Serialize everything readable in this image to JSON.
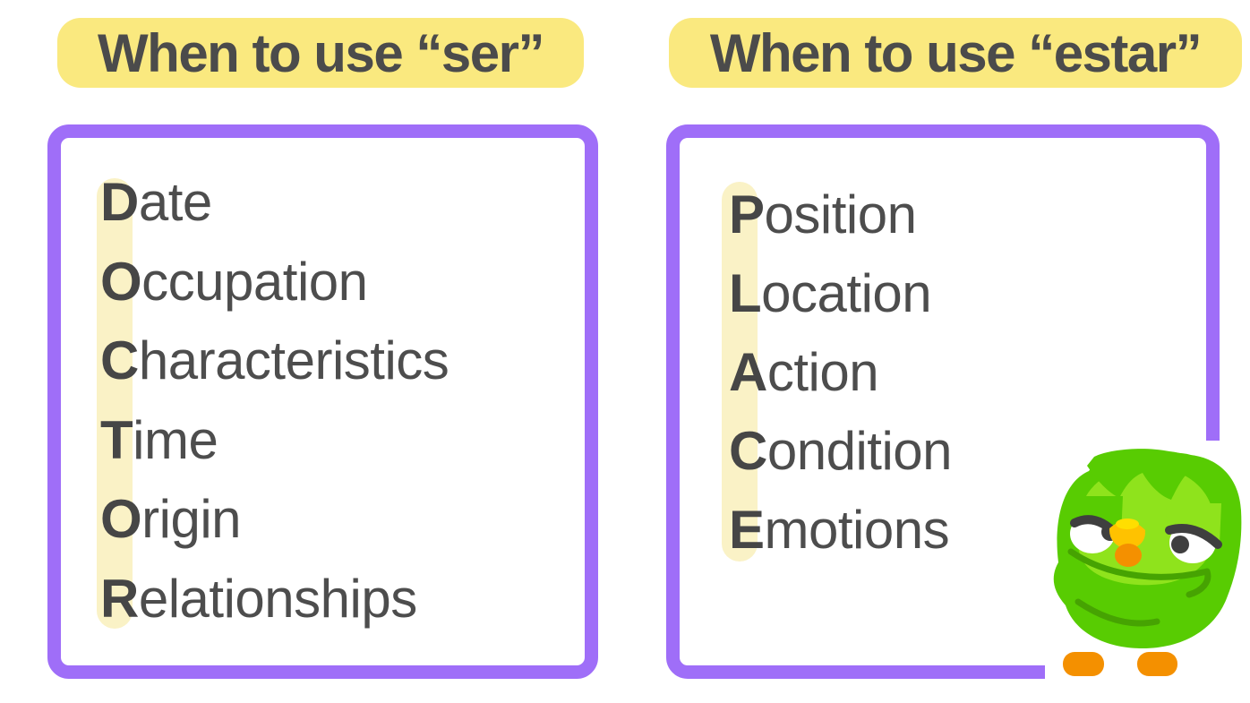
{
  "title_badges": {
    "ser": "When to use “ser”",
    "estar": "When to use “estar”"
  },
  "ser_card": {
    "acronym": "DOCTOR",
    "items": [
      {
        "letter": "D",
        "rest": "ate"
      },
      {
        "letter": "O",
        "rest": "ccupation"
      },
      {
        "letter": "C",
        "rest": "haracteristics"
      },
      {
        "letter": "T",
        "rest": "ime"
      },
      {
        "letter": "O",
        "rest": "rigin"
      },
      {
        "letter": "R",
        "rest": "elationships"
      }
    ]
  },
  "estar_card": {
    "acronym": "PLACE",
    "items": [
      {
        "letter": "P",
        "rest": "osition"
      },
      {
        "letter": "L",
        "rest": "ocation"
      },
      {
        "letter": "A",
        "rest": "ction"
      },
      {
        "letter": "C",
        "rest": "ondition"
      },
      {
        "letter": "E",
        "rest": "motions"
      }
    ]
  },
  "mascot": {
    "alt": "Grumpy green Duolingo owl with crossed wings"
  },
  "colors": {
    "badge_yellow": "#FAE97F",
    "stripe_yellow": "#FAF2C6",
    "card_border_purple": "#9F6EF8",
    "text_dark": "#4B4B4B",
    "owl_green": "#58CC02",
    "owl_face_green": "#8FE31C",
    "owl_line_green": "#46A302",
    "owl_beak_yellow": "#FFC200",
    "owl_beak_gloss": "#FFDE00",
    "owl_orange": "#F49000",
    "owl_eye_dark": "#3F3F3F",
    "background": "#FFFFFF"
  }
}
